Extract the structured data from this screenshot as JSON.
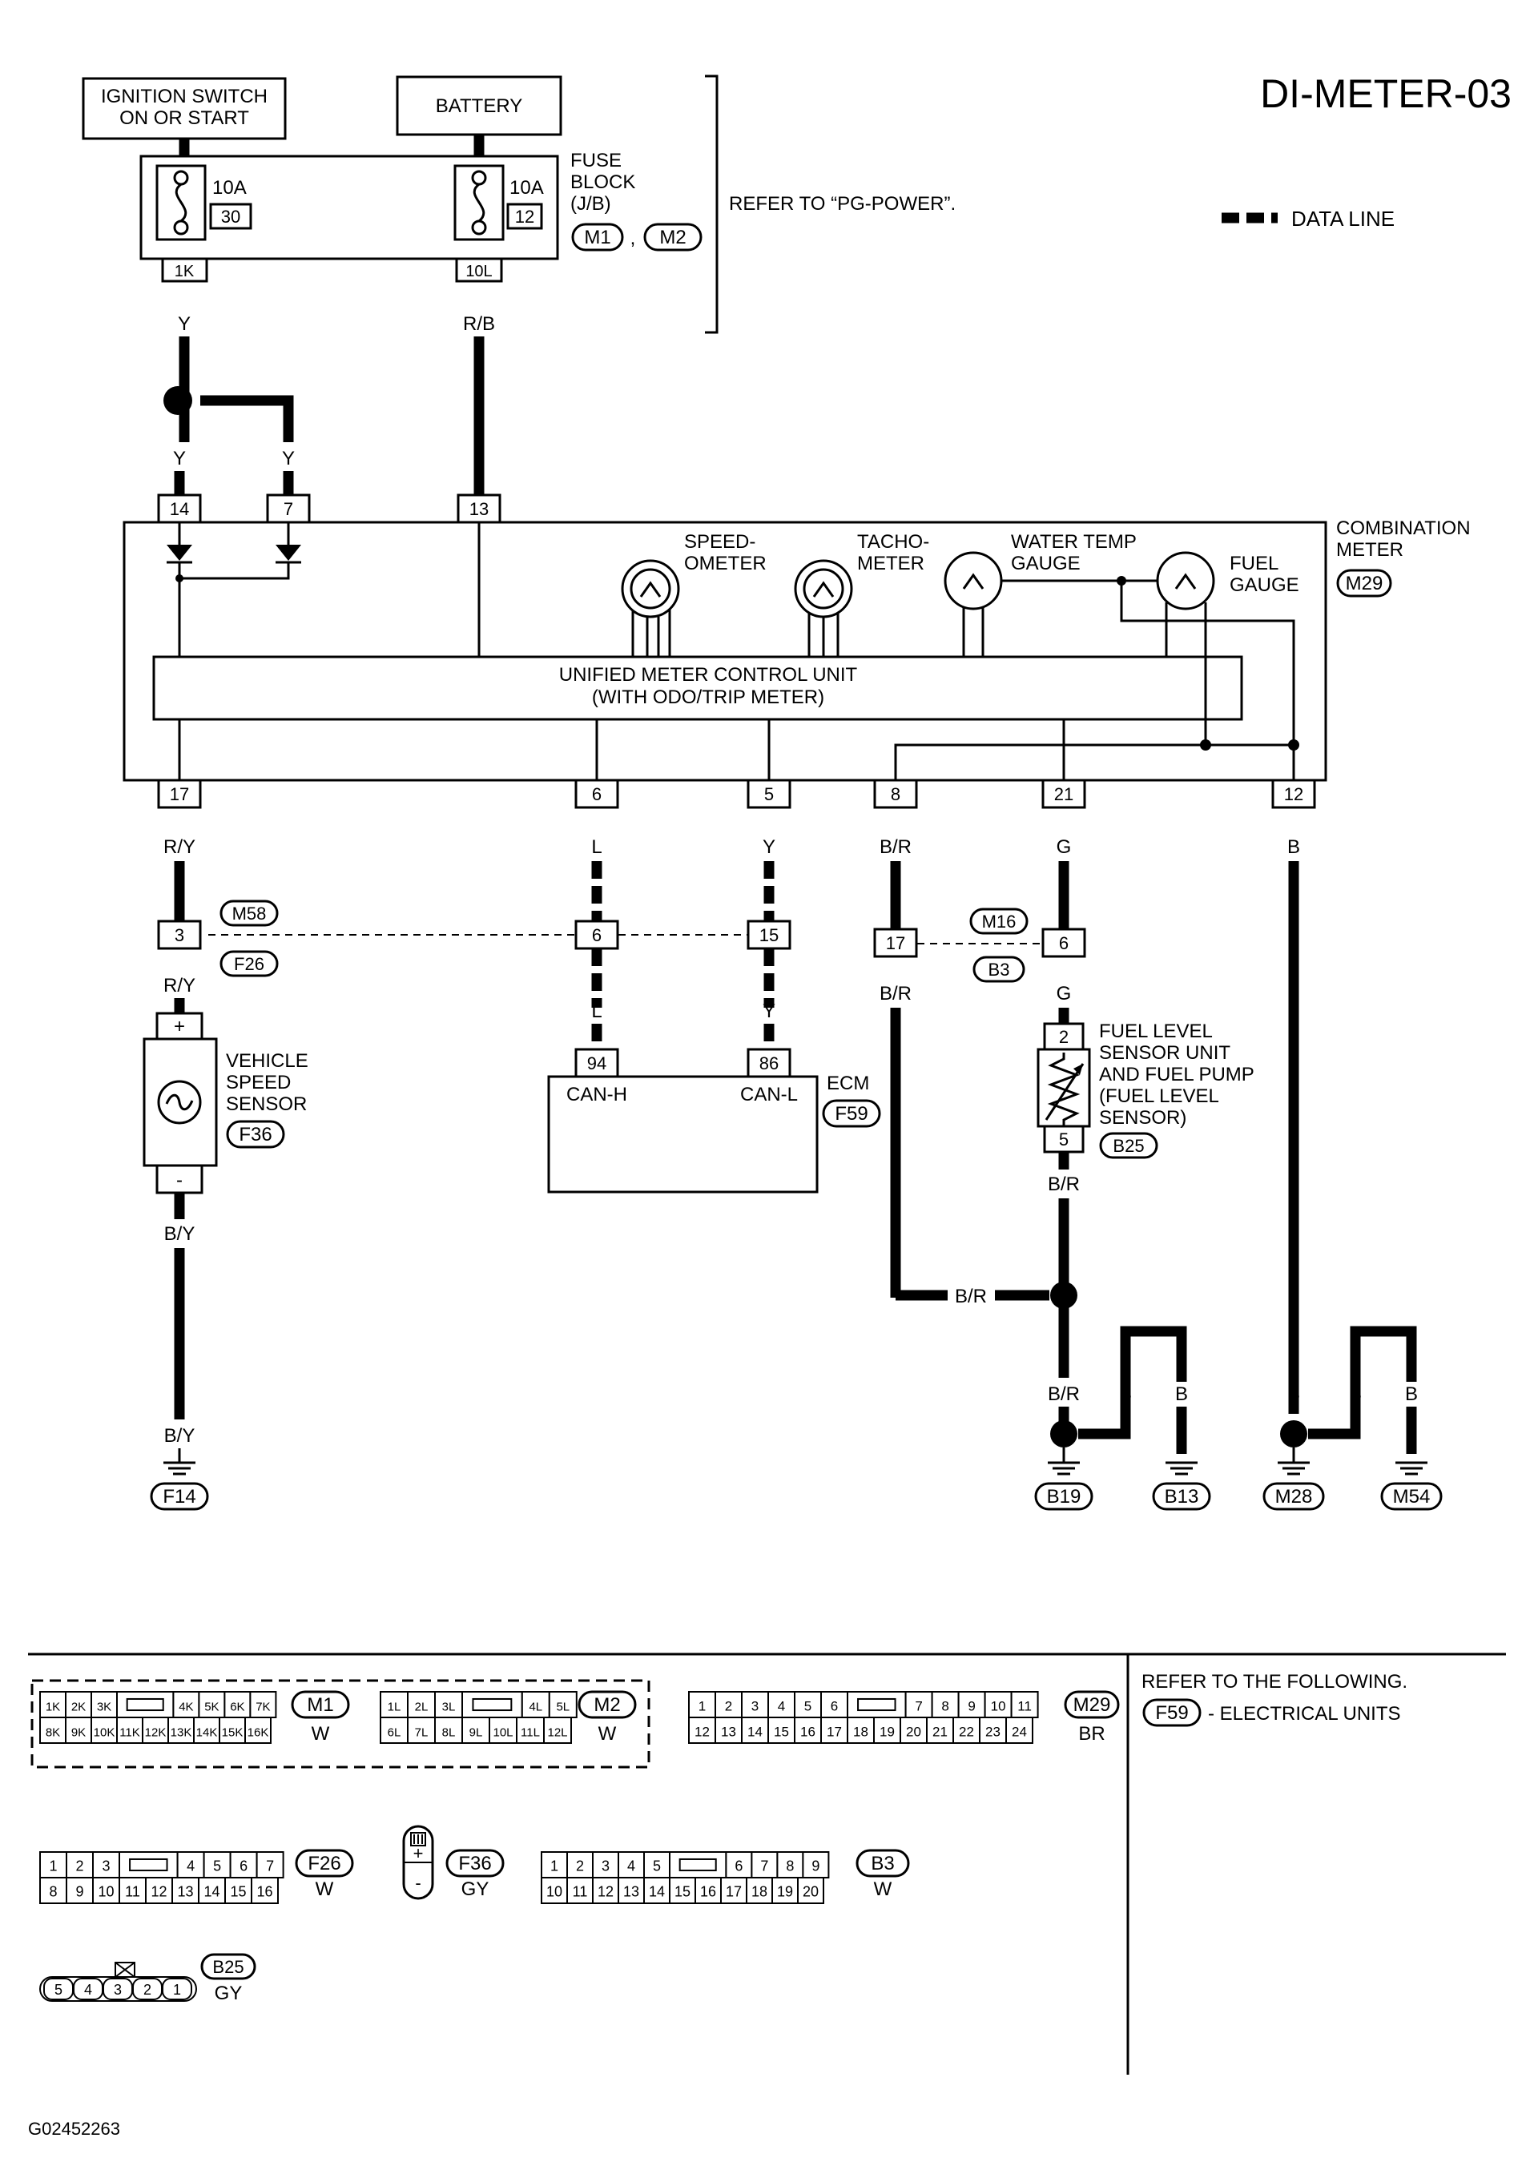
{
  "diagram_code": "DI-METER-03",
  "figure_id": "G02452263",
  "legend": {
    "data_line": "DATA LINE"
  },
  "power": {
    "ignition_line1": "IGNITION SWITCH",
    "ignition_line2": "ON OR START",
    "battery": "BATTERY",
    "refer_pg_power": "REFER TO “PG-POWER”."
  },
  "fuse_block": {
    "name1": "FUSE",
    "name2": "BLOCK",
    "name3": "(J/B)",
    "conn1": "M1",
    "conn_sep": ",",
    "conn2": "M2",
    "fuse_left": {
      "amp": "10A",
      "num": "30",
      "pin": "1K"
    },
    "fuse_right": {
      "amp": "10A",
      "num": "12",
      "pin": "10L"
    }
  },
  "wires": {
    "y_ign": "Y",
    "y_branch_left": "Y",
    "y_branch_right": "Y",
    "rb_batt": "R/B",
    "ry_top": "R/Y",
    "l_top": "L",
    "y_top": "Y",
    "br_top": "B/R",
    "g_top": "G",
    "b_top": "B",
    "ry_mid": "R/Y",
    "l_mid": "L",
    "y_mid": "Y",
    "br_mid": "B/R",
    "g_mid": "G",
    "by_top": "B/Y",
    "by_bottom": "B/Y",
    "br_fuel": "B/R",
    "br_horizontal": "B/R",
    "br_ground": "B/R",
    "b_b13_a": "B",
    "b_b13_b": "B",
    "b_m28": "B",
    "b_m54_a": "B",
    "b_m54_b": "B"
  },
  "combination_meter": {
    "name1": "COMBINATION",
    "name2": "METER",
    "connector": "M29",
    "speedo1": "SPEED-",
    "speedo2": "OMETER",
    "tacho1": "TACHO-",
    "tacho2": "METER",
    "water1": "WATER TEMP",
    "water2": "GAUGE",
    "fuel1": "FUEL",
    "fuel2": "GAUGE",
    "control1": "UNIFIED METER CONTROL UNIT",
    "control2": "(WITH ODO/TRIP METER)",
    "pins_top": {
      "p14": "14",
      "p7": "7",
      "p13": "13"
    },
    "pins_bottom": {
      "p17": "17",
      "p6": "6",
      "p5": "5",
      "p8": "8",
      "p21": "21",
      "p12": "12"
    }
  },
  "joints": {
    "m58": "M58",
    "f26": "F26",
    "p3": "3",
    "p6": "6",
    "p15": "15",
    "m16": "M16",
    "b3": "B3",
    "p17": "17",
    "p6b": "6"
  },
  "vehicle_speed_sensor": {
    "name1": "VEHICLE",
    "name2": "SPEED",
    "name3": "SENSOR",
    "connector": "F36",
    "plus": "+",
    "minus": "-"
  },
  "ecm": {
    "name": "ECM",
    "connector": "F59",
    "pin94": "94",
    "pin86": "86",
    "can_h": "CAN-H",
    "can_l": "CAN-L"
  },
  "fuel_sensor": {
    "line1": "FUEL LEVEL",
    "line2": "SENSOR UNIT",
    "line3": "AND FUEL PUMP",
    "line4": "(FUEL LEVEL",
    "line5": "SENSOR)",
    "connector": "B25",
    "pin2": "2",
    "pin5": "5"
  },
  "grounds": {
    "f14": "F14",
    "b19": "B19",
    "b13": "B13",
    "m28": "M28",
    "m54": "M54"
  },
  "connector_views": {
    "m1": {
      "id": "M1",
      "color": "W",
      "row1": [
        "1K",
        "2K",
        "3K",
        "",
        "4K",
        "5K",
        "6K",
        "7K"
      ],
      "row2": [
        "8K",
        "9K",
        "10K",
        "11K",
        "12K",
        "13K",
        "14K",
        "15K",
        "16K"
      ]
    },
    "m2": {
      "id": "M2",
      "color": "W",
      "row1": [
        "1L",
        "2L",
        "3L",
        "",
        "4L",
        "5L"
      ],
      "row2": [
        "6L",
        "7L",
        "8L",
        "9L",
        "10L",
        "11L",
        "12L"
      ]
    },
    "m29": {
      "id": "M29",
      "color": "BR",
      "row1": [
        "1",
        "2",
        "3",
        "4",
        "5",
        "6",
        "",
        "7",
        "8",
        "9",
        "10",
        "11"
      ],
      "row2": [
        "12",
        "13",
        "14",
        "15",
        "16",
        "17",
        "18",
        "19",
        "20",
        "21",
        "22",
        "23",
        "24"
      ]
    },
    "f26": {
      "id": "F26",
      "color": "W",
      "row1": [
        "1",
        "2",
        "3",
        "",
        "4",
        "5",
        "6",
        "7"
      ],
      "row2": [
        "8",
        "9",
        "10",
        "11",
        "12",
        "13",
        "14",
        "15",
        "16"
      ]
    },
    "f36": {
      "id": "F36",
      "color": "GY",
      "plus": "+",
      "minus": "-"
    },
    "b3": {
      "id": "B3",
      "color": "W",
      "row1": [
        "1",
        "2",
        "3",
        "4",
        "5",
        "",
        "6",
        "7",
        "8",
        "9"
      ],
      "row2": [
        "10",
        "11",
        "12",
        "13",
        "14",
        "15",
        "16",
        "17",
        "18",
        "19",
        "20"
      ]
    },
    "b25": {
      "id": "B25",
      "color": "GY",
      "pins": [
        "5",
        "4",
        "3",
        "2",
        "1"
      ]
    }
  },
  "refer": {
    "line1": "REFER TO THE FOLLOWING.",
    "connector": "F59",
    "text": "- ELECTRICAL UNITS"
  }
}
